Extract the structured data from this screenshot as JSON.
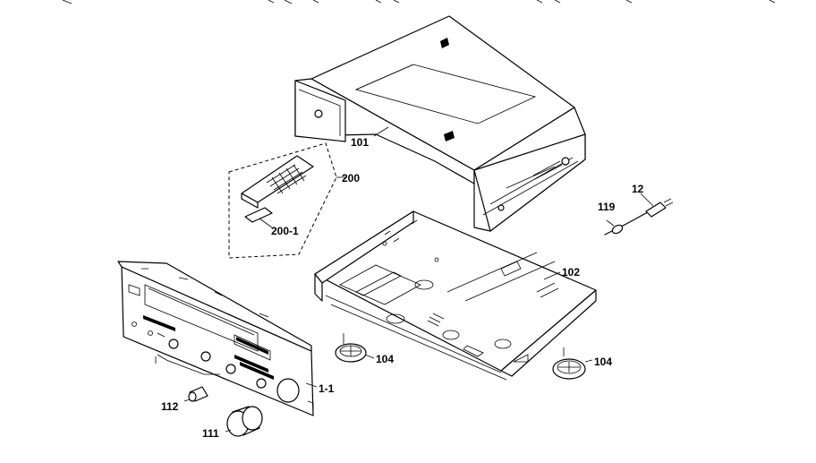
{
  "callouts": [
    {
      "id": "101",
      "text": "101"
    },
    {
      "id": "200",
      "text": "200"
    },
    {
      "id": "200-1",
      "text": "200-1"
    },
    {
      "id": "12",
      "text": "12"
    },
    {
      "id": "119",
      "text": "119"
    },
    {
      "id": "102",
      "text": "102"
    },
    {
      "id": "104a",
      "text": "104"
    },
    {
      "id": "104b",
      "text": "104"
    },
    {
      "id": "1-1",
      "text": "1-1"
    },
    {
      "id": "112",
      "text": "112"
    },
    {
      "id": "111",
      "text": "111"
    }
  ],
  "icons": {
    "top_cover": "cabinet-cover",
    "remote": "remote-control",
    "battery_cover": "battery-lid",
    "chassis": "chassis-frame",
    "front_panel": "front-panel",
    "power_cord": "power-plug",
    "foot": "rubber-foot",
    "knob": "volume-knob",
    "button": "push-button"
  }
}
